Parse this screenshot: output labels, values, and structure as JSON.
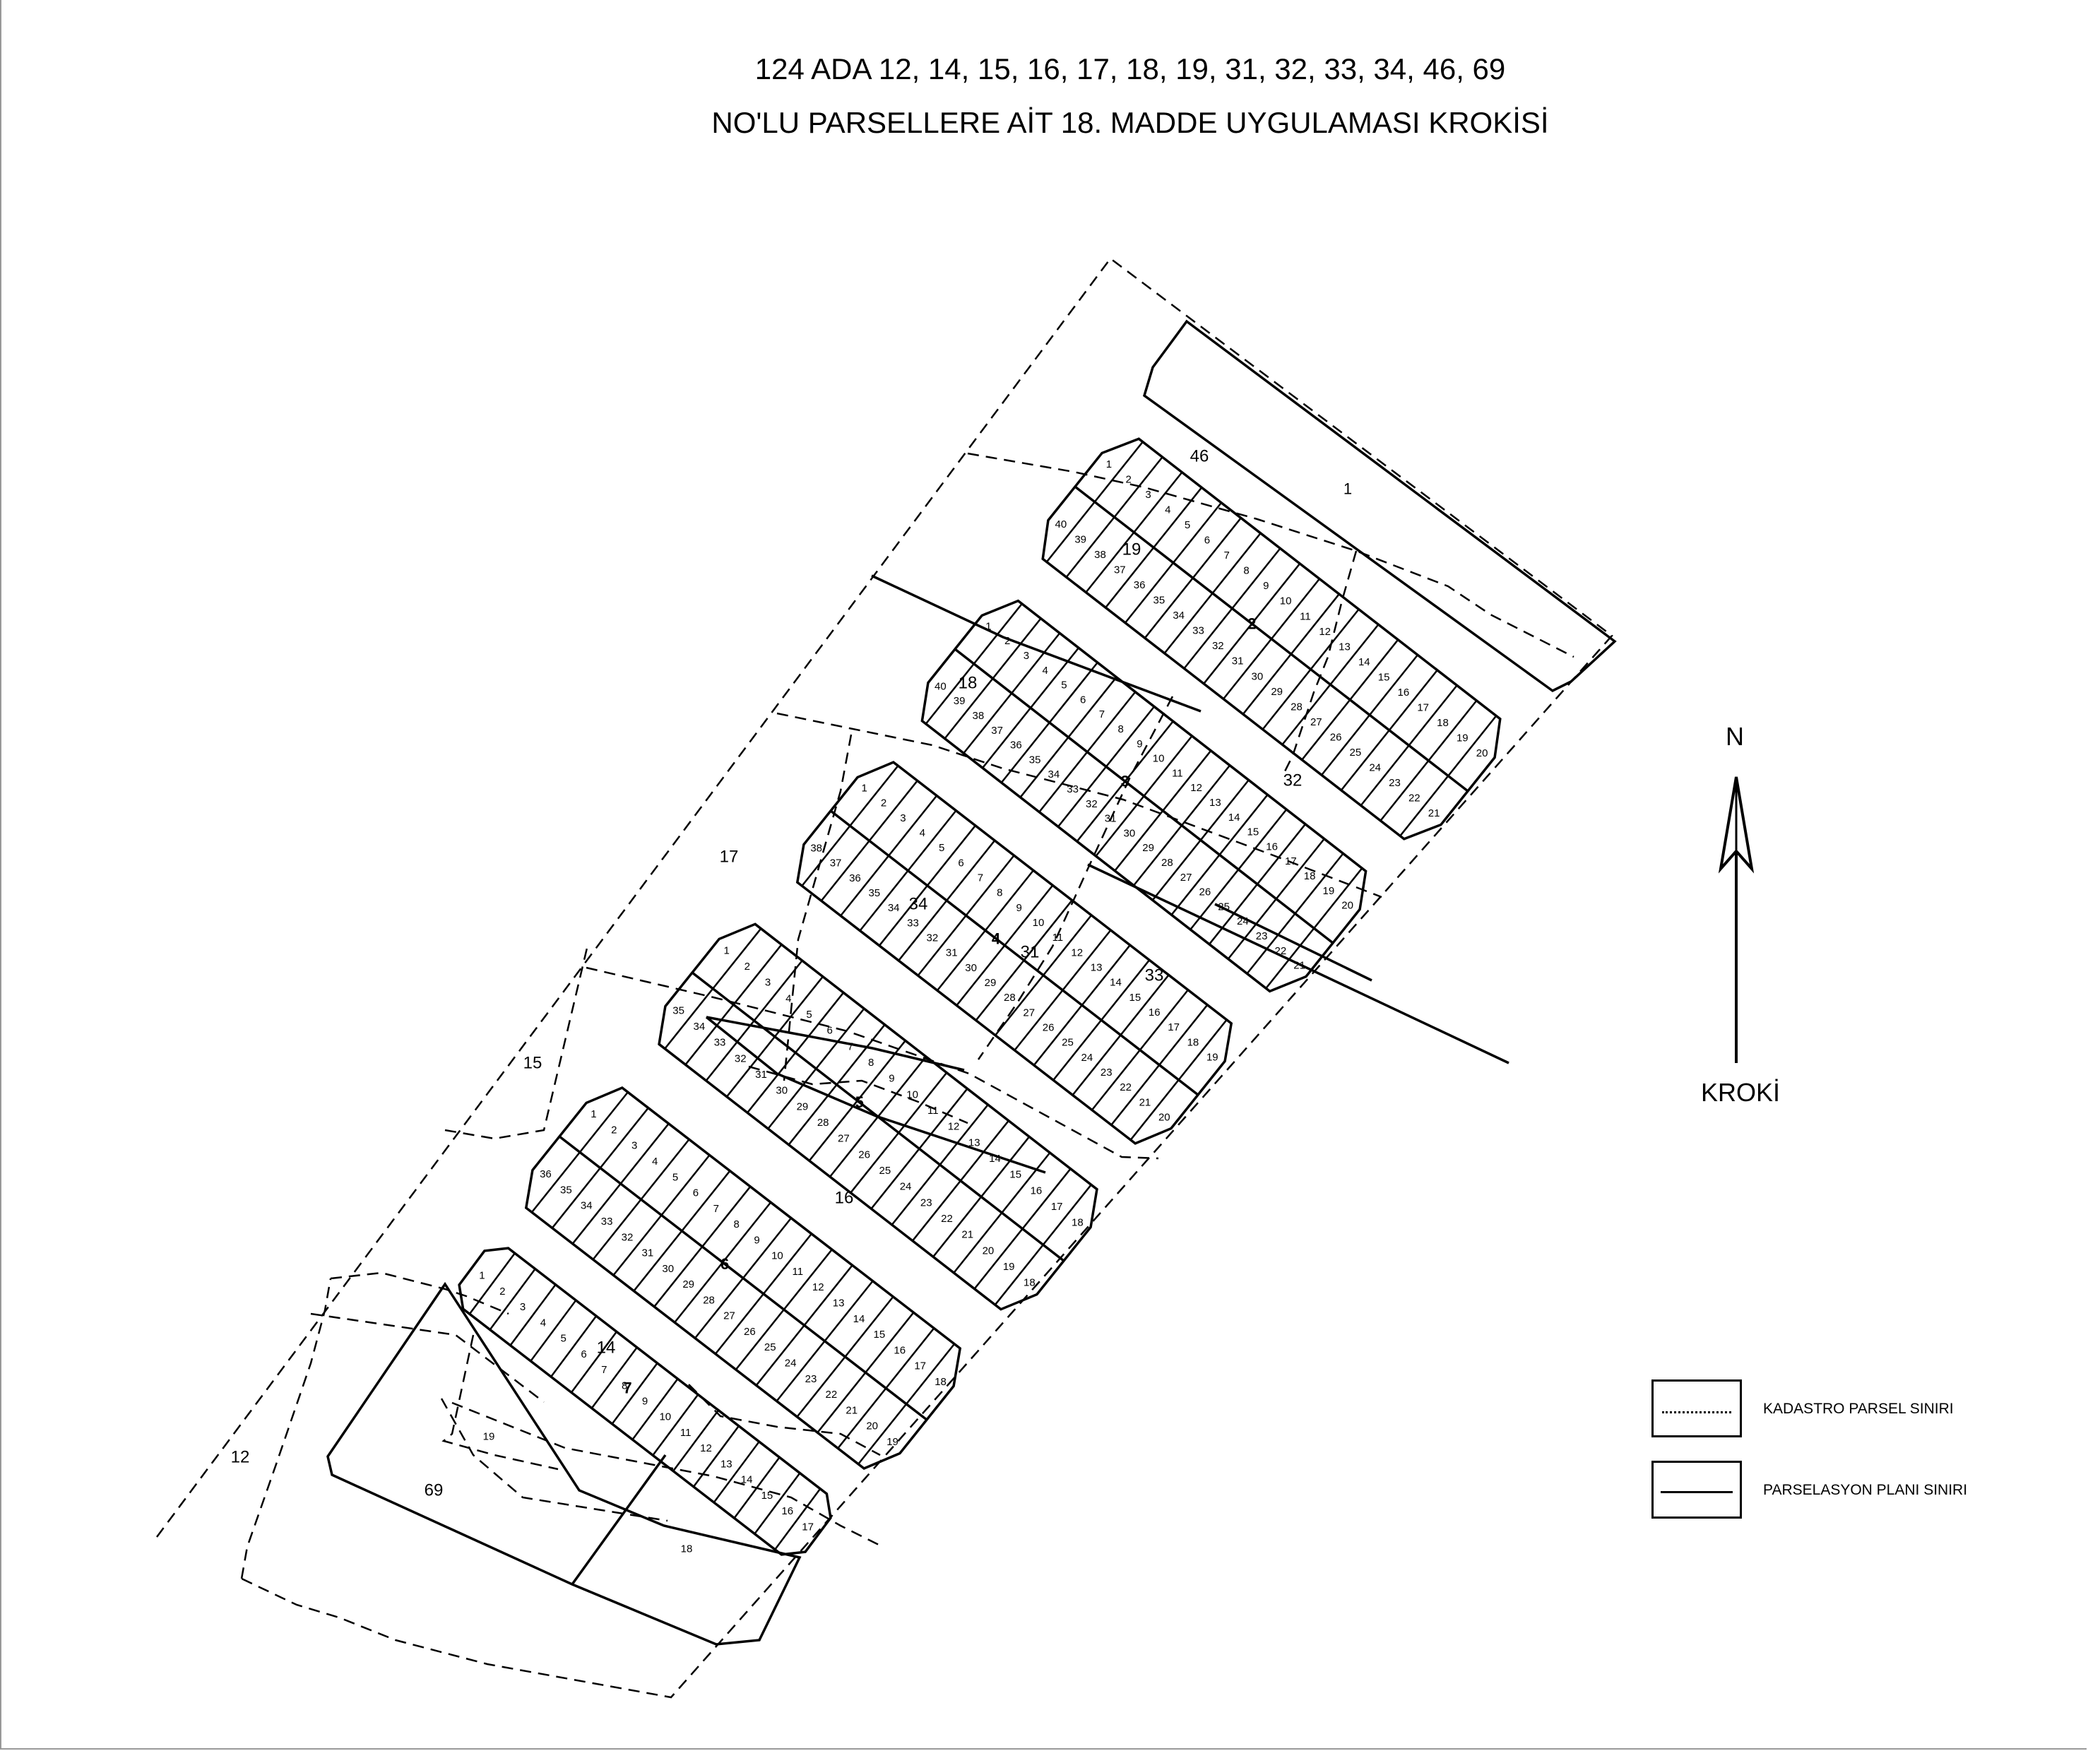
{
  "title": {
    "line1": "124 ADA 12, 14, 15, 16, 17, 18, 19, 31, 32, 33, 34, 46, 69",
    "line2": "NO'LU PARSELLERE AİT 18. MADDE UYGULAMASI KROKİSİ"
  },
  "north": {
    "letter": "N",
    "caption": "KROKİ"
  },
  "legend": [
    {
      "label": "KADASTRO PARSEL SINIRI",
      "style": "dotted"
    },
    {
      "label": "PARSELASYON PLANI SINIRI",
      "style": "solid"
    }
  ],
  "map": {
    "blocks": [
      {
        "block": "1",
        "parcels": [
          "1"
        ]
      },
      {
        "block": "2",
        "top_row": [
          "1",
          "2",
          "3",
          "4",
          "5",
          "6",
          "7",
          "8",
          "9",
          "10",
          "11",
          "12",
          "13",
          "14",
          "15",
          "16",
          "17",
          "18",
          "19",
          "20"
        ],
        "bottom_row": [
          "40",
          "39",
          "38",
          "37",
          "36",
          "35",
          "34",
          "33",
          "32",
          "31",
          "30",
          "29",
          "28",
          "27",
          "26",
          "25",
          "24",
          "23",
          "22",
          "21"
        ]
      },
      {
        "block": "3",
        "top_row": [
          "1",
          "2",
          "3",
          "4",
          "5",
          "6",
          "7",
          "8",
          "9",
          "10",
          "11",
          "12",
          "13",
          "14",
          "15",
          "16",
          "17",
          "18",
          "19",
          "20"
        ],
        "bottom_row": [
          "40",
          "39",
          "38",
          "37",
          "36",
          "35",
          "34",
          "33",
          "32",
          "31",
          "30",
          "29",
          "28",
          "27",
          "26",
          "25",
          "24",
          "23",
          "22",
          "21"
        ]
      },
      {
        "block": "4",
        "top_row": [
          "1",
          "2",
          "3",
          "4",
          "5",
          "6",
          "7",
          "8",
          "9",
          "10",
          "11",
          "12",
          "13",
          "14",
          "15",
          "16",
          "17",
          "18",
          "19"
        ],
        "bottom_row": [
          "38",
          "37",
          "36",
          "35",
          "34",
          "33",
          "32",
          "31",
          "30",
          "29",
          "28",
          "27",
          "26",
          "25",
          "24",
          "23",
          "22",
          "21",
          "20"
        ]
      },
      {
        "block": "5",
        "top_row": [
          "1",
          "2",
          "3",
          "4",
          "5",
          "6",
          "7",
          "8",
          "9",
          "10",
          "11",
          "12",
          "13",
          "14",
          "15",
          "16",
          "17",
          "18"
        ],
        "bottom_row": [
          "35",
          "34",
          "33",
          "32",
          "31",
          "30",
          "29",
          "28",
          "27",
          "26",
          "25",
          "24",
          "23",
          "22",
          "21",
          "20",
          "19",
          "18"
        ]
      },
      {
        "block": "6",
        "top_row": [
          "1",
          "2",
          "3",
          "4",
          "5",
          "6",
          "7",
          "8",
          "9",
          "10",
          "11",
          "12",
          "13",
          "14",
          "15",
          "16",
          "17",
          "18"
        ],
        "bottom_row": [
          "36",
          "35",
          "34",
          "33",
          "32",
          "31",
          "30",
          "29",
          "28",
          "27",
          "26",
          "25",
          "24",
          "23",
          "22",
          "21",
          "20",
          "19"
        ]
      },
      {
        "block": "7",
        "top_row": [
          "1",
          "2",
          "3",
          "4",
          "5",
          "6",
          "7",
          "8",
          "9",
          "10",
          "11",
          "12",
          "13",
          "14",
          "15",
          "16",
          "17"
        ],
        "large": [
          "18",
          "19"
        ]
      }
    ],
    "cadastre_parcels": [
      "12",
      "14",
      "15",
      "16",
      "17",
      "18",
      "19",
      "31",
      "32",
      "33",
      "34",
      "46",
      "69"
    ]
  }
}
